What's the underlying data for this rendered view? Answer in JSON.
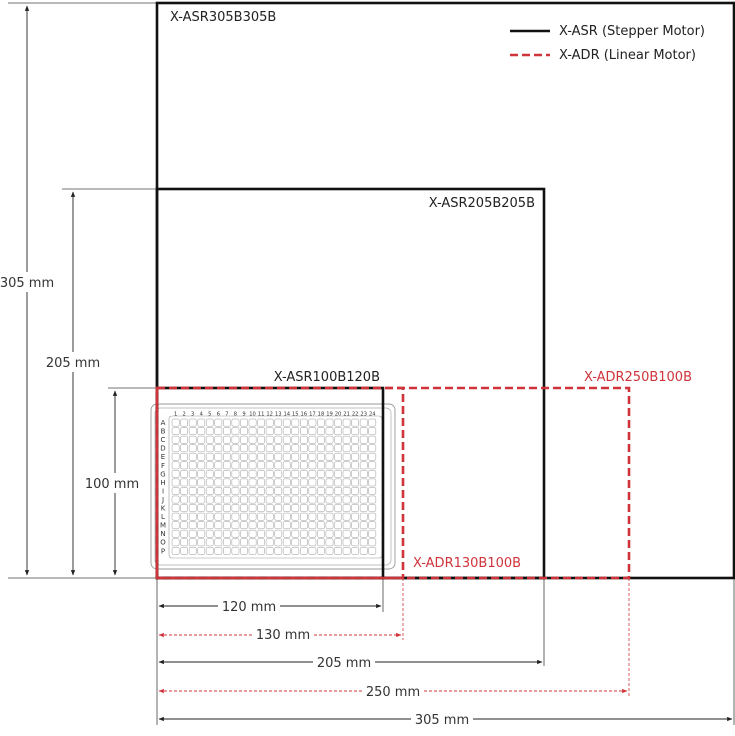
{
  "legend": {
    "stepper_label": "X-ASR (Stepper Motor)",
    "linear_label": "X-ADR (Linear Motor)",
    "stepper_color": "#111111",
    "linear_color": "#d0343b"
  },
  "stages": {
    "asr305": "X-ASR305B305B",
    "asr205": "X-ASR205B205B",
    "asr100": "X-ASR100B120B",
    "adr250": "X-ADR250B100B",
    "adr130": "X-ADR130B100B"
  },
  "vertical_dims": {
    "d305": "305 mm",
    "d205": "205 mm",
    "d100": "100 mm"
  },
  "horizontal_dims": {
    "d120": "120 mm",
    "d130": "130 mm",
    "d205": "205 mm",
    "d250": "250 mm",
    "d305": "305 mm"
  },
  "plate": {
    "columns": [
      "1",
      "2",
      "3",
      "4",
      "5",
      "6",
      "7",
      "8",
      "9",
      "10",
      "11",
      "12",
      "13",
      "14",
      "15",
      "16",
      "17",
      "18",
      "19",
      "20",
      "21",
      "22",
      "23",
      "24"
    ],
    "rows": [
      "A",
      "B",
      "C",
      "D",
      "E",
      "F",
      "G",
      "H",
      "I",
      "J",
      "K",
      "L",
      "M",
      "N",
      "O",
      "P"
    ]
  }
}
